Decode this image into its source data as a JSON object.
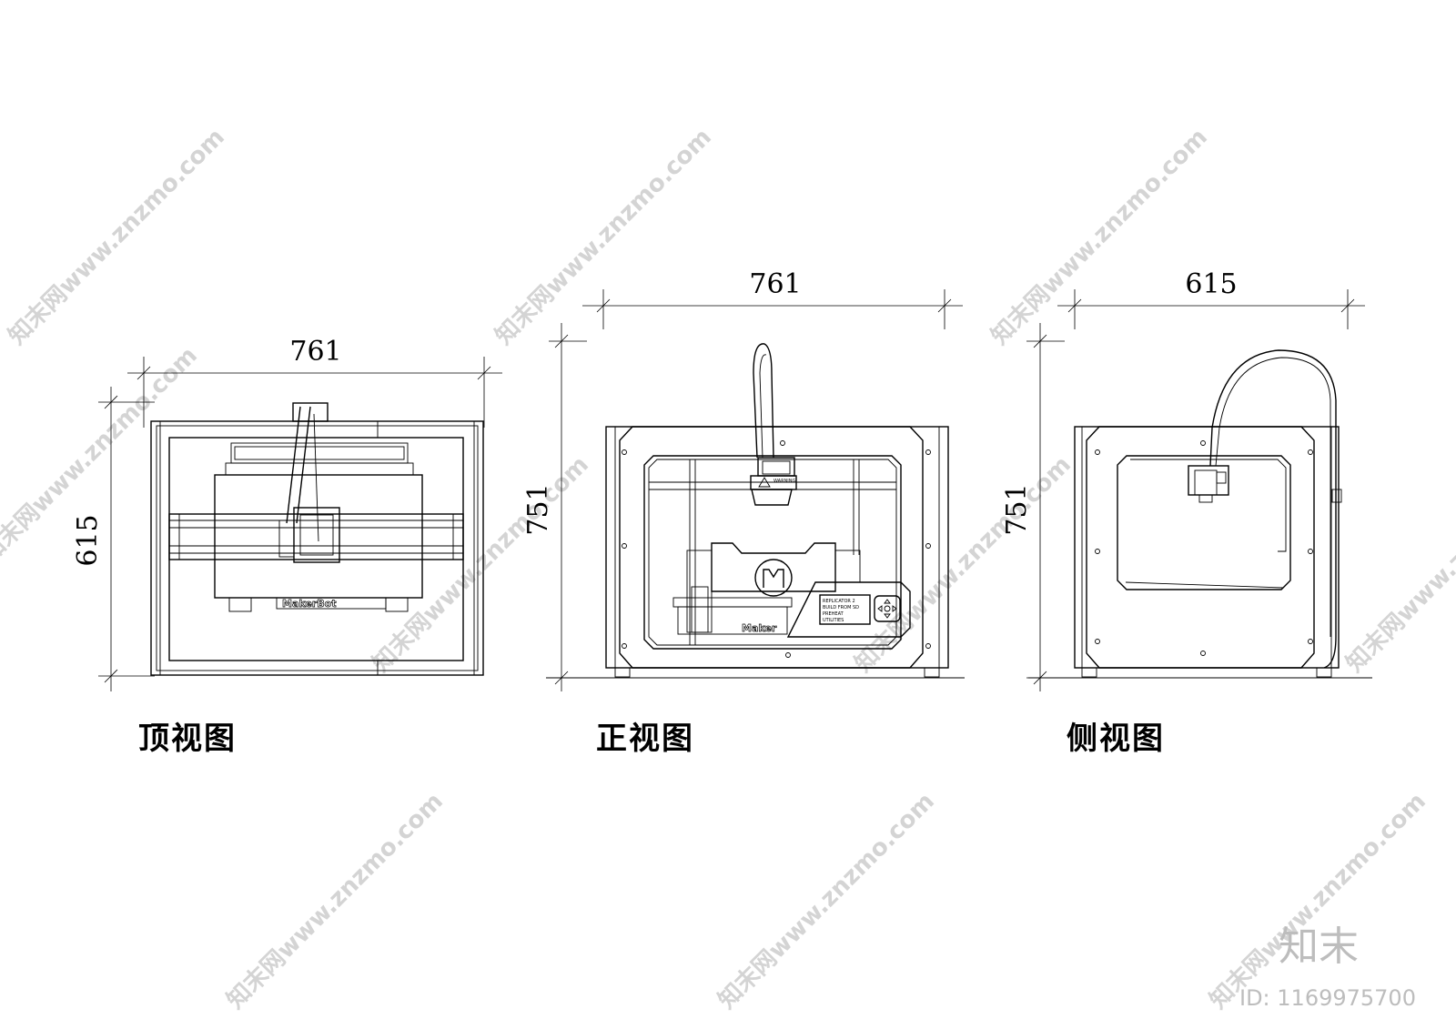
{
  "views": {
    "top": {
      "label": "顶视图",
      "width_dim": "761",
      "depth_dim": "615",
      "brand": "MakerBot"
    },
    "front": {
      "label": "正视图",
      "width_dim": "761",
      "height_dim": "751",
      "brand": "Maker",
      "panel_text": "REPLICATOR 2 BUILD FROM SD PREHEAT UTILITIES"
    },
    "side": {
      "label": "侧视图",
      "depth_dim": "615",
      "height_dim": "751"
    }
  },
  "watermark": {
    "text": "知末网www.znzmo.com",
    "logo": "知末",
    "id": "ID: 1169975700"
  }
}
